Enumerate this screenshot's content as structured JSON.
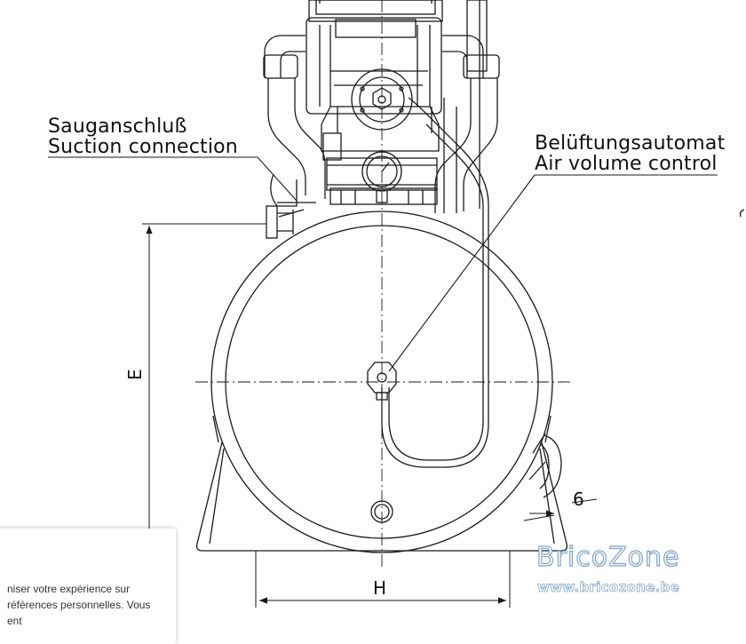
{
  "labels": {
    "suction_de": "Sauganschluß",
    "suction_en": "Suction connection",
    "air_de": "Belüftungsautomat",
    "air_en": "Air volume control"
  },
  "dimensions": {
    "height": "E",
    "width": "H",
    "angle": "6"
  },
  "cookie_notice": {
    "line1": "niser votre expérience sur",
    "line2": "références personnelles. Vous",
    "line3": "ent"
  },
  "watermark": {
    "brand": "BricoZone",
    "url": "www.bricozone.be"
  },
  "colors": {
    "line": "#1a1a1a",
    "watermark": "#7fa4c8"
  }
}
